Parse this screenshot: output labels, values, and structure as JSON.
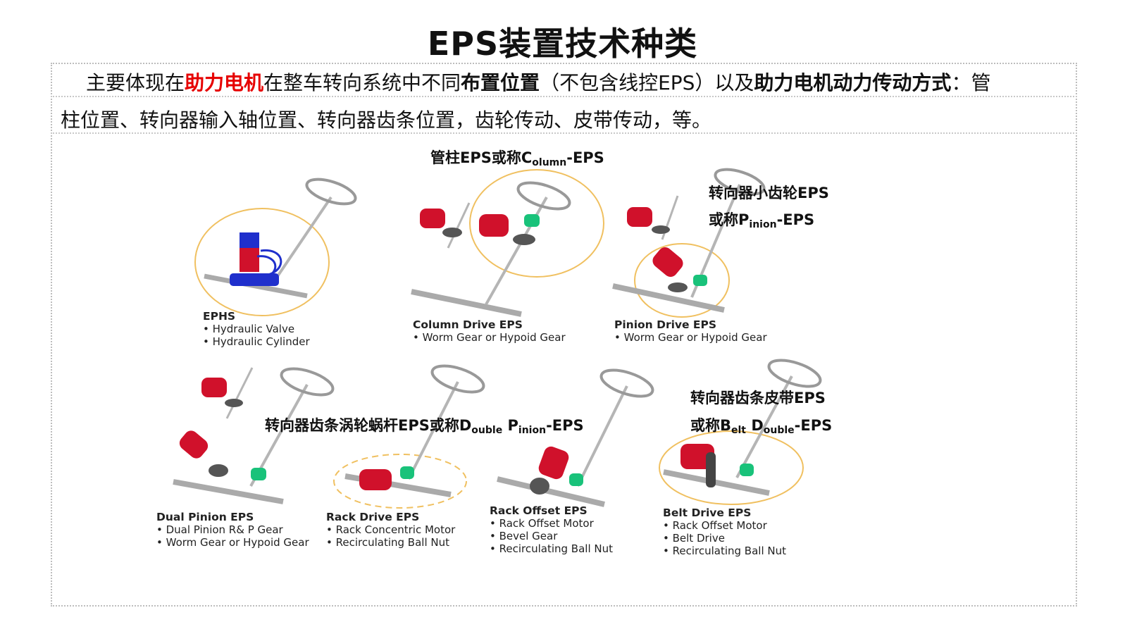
{
  "title": "EPS装置技术种类",
  "intro": {
    "p1": "主要体现在",
    "p2": "助力电机",
    "p3": "在整车转向系统中不同",
    "p4": "布置位置",
    "p5": "（不包含线控EPS）以及",
    "p6": "助力电机动力传动方式",
    "p7": "：管",
    "line2": "柱位置、转向器输入轴位置、转向器齿条位置，齿轮传动、皮带传动，等。"
  },
  "annotations": {
    "column": {
      "a": "管柱EPS或称C",
      "b": "olumn",
      "c": "-EPS"
    },
    "pinion": {
      "line1": "转向器小齿轮EPS",
      "a": "或称P",
      "b": "inion",
      "c": "-EPS"
    },
    "double": {
      "a": "转向器齿条涡轮蜗杆EPS或称D",
      "b": "ouble",
      "c": " P",
      "d": "inion",
      "e": "-EPS"
    },
    "belt": {
      "line1": "转向器齿条皮带EPS",
      "a": "或称B",
      "b": "elt",
      "c": " D",
      "d": "ouble",
      "e": "-EPS"
    }
  },
  "diagrams": [
    {
      "title": "EPHS",
      "items": [
        "• Hydraulic Valve",
        "• Hydraulic Cylinder"
      ]
    },
    {
      "title": "Column Drive EPS",
      "items": [
        "• Worm Gear or Hypoid Gear"
      ]
    },
    {
      "title": "Pinion Drive EPS",
      "items": [
        "• Worm Gear or Hypoid Gear"
      ]
    },
    {
      "title": "Dual Pinion EPS",
      "items": [
        "• Dual Pinion R& P Gear",
        "• Worm Gear or Hypoid Gear"
      ]
    },
    {
      "title": "Rack Drive EPS",
      "items": [
        "• Rack Concentric Motor",
        "• Recirculating Ball Nut"
      ]
    },
    {
      "title": "Rack Offset EPS",
      "items": [
        "• Rack Offset Motor",
        "• Bevel Gear",
        "• Recirculating Ball Nut"
      ]
    },
    {
      "title": "Belt Drive EPS",
      "items": [
        "• Rack Offset Motor",
        "• Belt Drive",
        "• Recirculating Ball Nut"
      ]
    }
  ],
  "colors": {
    "motor": "#d0112b",
    "gear": "#19c27a",
    "highlight": "#f0c060",
    "hydraulic": "#1f2fcc",
    "emphasis": "#e60000"
  }
}
